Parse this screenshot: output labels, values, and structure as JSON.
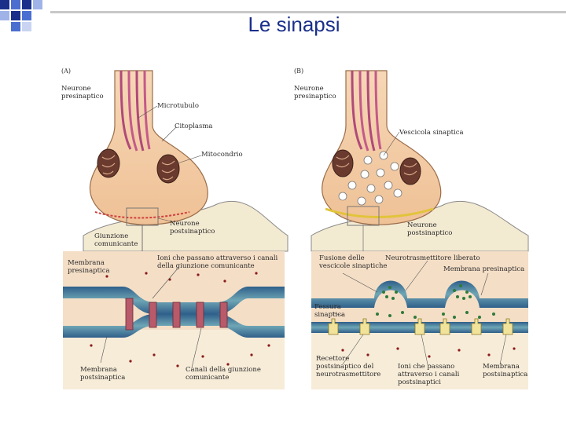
{
  "title": "Le sinapsi",
  "panel_a": {
    "tag": "(A)",
    "presynaptic": "Neurone\npresinaptico",
    "microtubule": "Microtubulo",
    "cytoplasm": "Citoplasma",
    "mitochondrion": "Mitocondrio",
    "postsynaptic": "Neurone\npostsinaptico",
    "gap_junction": "Giunzione\ncomunicante",
    "ions": "Ioni che passano attraverso i canali\ndella giunzione comunicante",
    "pre_membrane": "Membrana\npresinaptica",
    "post_membrane": "Membrana\npostsinaptica",
    "channels": "Canali della giunzione\ncomunicante"
  },
  "panel_b": {
    "tag": "(B)",
    "presynaptic": "Neurone\npresinaptico",
    "vesicle": "Vescicola sinaptica",
    "postsynaptic": "Neurone\npostsinaptico",
    "fusion": "Fusione delle\nvescicole sinaptiche",
    "released": "Neurotrasmettitore liberato",
    "pre_membrane": "Membrana presinaptica",
    "cleft": "Fessura\nsinaptica",
    "receptor": "Recettore\npostsinaptico del\nneurotrasmettitore",
    "ions": "Ioni che passano\nattraverso i canali\npostsinaptici",
    "post_membrane": "Membrana\npostsinaptica"
  }
}
